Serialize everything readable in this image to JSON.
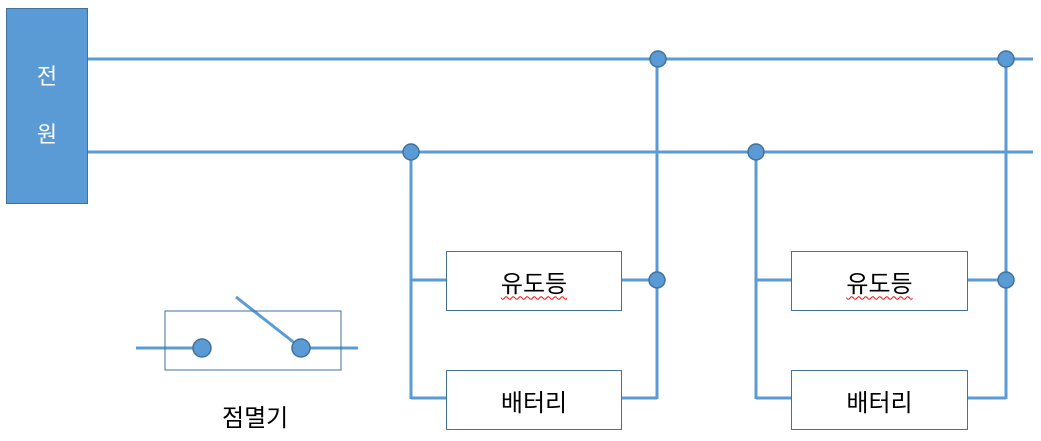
{
  "colors": {
    "wire": "#5b9bd5",
    "node_fill": "#5b9bd5",
    "node_stroke": "#41719c",
    "box_stroke": "#41719c",
    "power_fill": "#5b9bd5"
  },
  "power_source": {
    "char1": "전",
    "char2": "원"
  },
  "switch": {
    "caption": "점멸기"
  },
  "units": [
    {
      "lamp_label": "유도등",
      "battery_label": "배터리"
    },
    {
      "lamp_label": "유도등",
      "battery_label": "배터리"
    }
  ]
}
